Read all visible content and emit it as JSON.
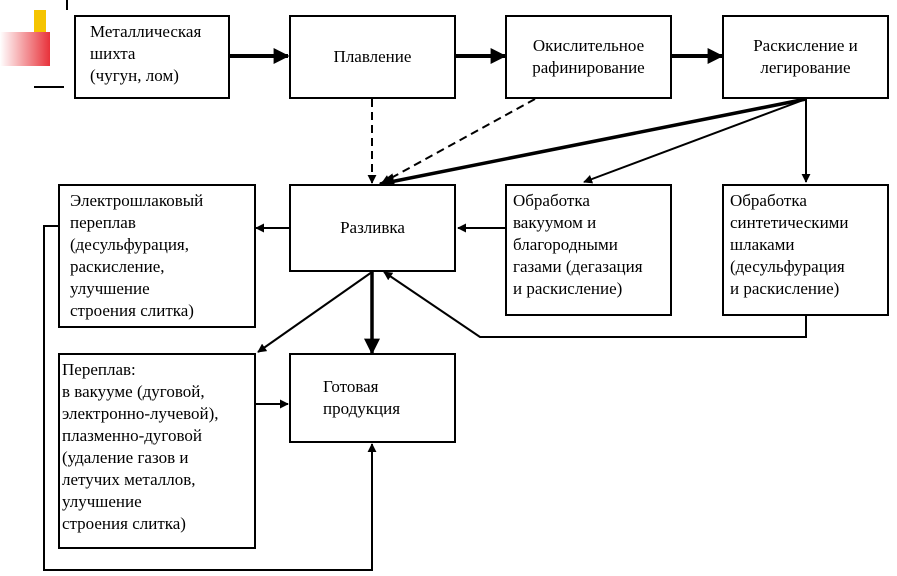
{
  "colors": {
    "accent_red": "#e8323a",
    "accent_yellow": "#f5c400",
    "line": "#000000"
  },
  "boxes": {
    "charge": "Металлическая\nшихта\n(чугун, лом)",
    "melting": "Плавление",
    "oxidizing": "Окислительное\nрафинирование",
    "deoxidation": "Раскисление и\nлегирование",
    "casting": "Разливка",
    "vacuum": "Обработка\nвакуумом и\nблагородными\nгазами (дегазация\n и раскисление)",
    "synthetic": "Обработка\nсинтетическими\nшлаками\n(десульфурация\n и раскисление)",
    "esr": "Электрошлаковый\nпереплав\n(десульфурация,\nраскисление,\nулучшение\nстроения слитка)",
    "remelt": "Переплав:\nв вакууме (дуговой,\nэлектронно-лучевой),\nплазменно-дуговой\n(удаление газов и\nлетучих металлов,\nулучшение\nстроения слитка)",
    "product": "Готовая\nпродукция"
  }
}
